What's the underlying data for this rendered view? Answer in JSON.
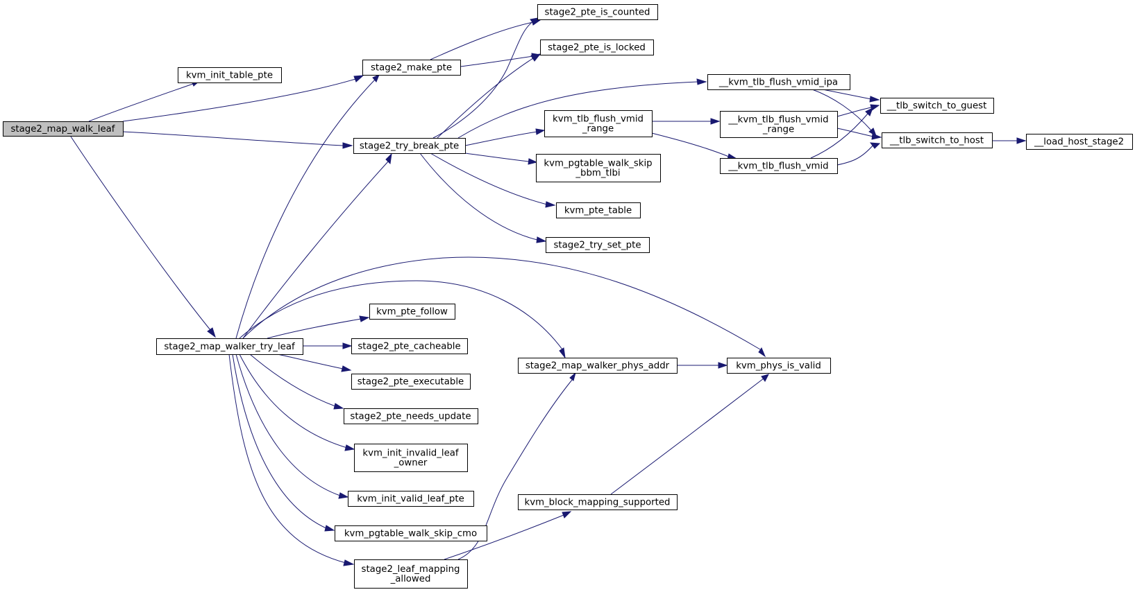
{
  "diagram": {
    "type": "call-graph",
    "colors": {
      "edge": "#191970",
      "root_fill": "#bfbfbf",
      "node_fill": "#ffffff",
      "node_border": "#000000"
    },
    "nodes": [
      {
        "id": "n0",
        "lines": [
          "stage2_map_walk_leaf"
        ],
        "root": true
      },
      {
        "id": "n1",
        "lines": [
          "kvm_init_table_pte"
        ]
      },
      {
        "id": "n2",
        "lines": [
          "stage2_make_pte"
        ]
      },
      {
        "id": "n3",
        "lines": [
          "stage2_pte_is_counted"
        ]
      },
      {
        "id": "n4",
        "lines": [
          "stage2_pte_is_locked"
        ]
      },
      {
        "id": "n5",
        "lines": [
          "stage2_try_break_pte"
        ]
      },
      {
        "id": "n6",
        "lines": [
          "__kvm_tlb_flush_vmid_ipa"
        ]
      },
      {
        "id": "n7",
        "lines": [
          "__tlb_switch_to_guest"
        ]
      },
      {
        "id": "n8",
        "lines": [
          "__tlb_switch_to_host"
        ]
      },
      {
        "id": "n9",
        "lines": [
          "__load_host_stage2"
        ]
      },
      {
        "id": "n10",
        "lines": [
          "kvm_tlb_flush_vmid",
          "_range"
        ]
      },
      {
        "id": "n11",
        "lines": [
          "__kvm_tlb_flush_vmid",
          "_range"
        ]
      },
      {
        "id": "n12",
        "lines": [
          "__kvm_tlb_flush_vmid"
        ]
      },
      {
        "id": "n13",
        "lines": [
          "kvm_pgtable_walk_skip",
          "_bbm_tlbi"
        ]
      },
      {
        "id": "n14",
        "lines": [
          "kvm_pte_table"
        ]
      },
      {
        "id": "n15",
        "lines": [
          "stage2_try_set_pte"
        ]
      },
      {
        "id": "n16",
        "lines": [
          "stage2_map_walker_try_leaf"
        ]
      },
      {
        "id": "n17",
        "lines": [
          "kvm_pte_follow"
        ]
      },
      {
        "id": "n18",
        "lines": [
          "stage2_pte_cacheable"
        ]
      },
      {
        "id": "n19",
        "lines": [
          "stage2_pte_executable"
        ]
      },
      {
        "id": "n20",
        "lines": [
          "stage2_pte_needs_update"
        ]
      },
      {
        "id": "n21",
        "lines": [
          "kvm_init_invalid_leaf",
          "_owner"
        ]
      },
      {
        "id": "n22",
        "lines": [
          "kvm_init_valid_leaf_pte"
        ]
      },
      {
        "id": "n23",
        "lines": [
          "kvm_pgtable_walk_skip_cmo"
        ]
      },
      {
        "id": "n24",
        "lines": [
          "stage2_leaf_mapping",
          "_allowed"
        ]
      },
      {
        "id": "n25",
        "lines": [
          "stage2_map_walker_phys_addr"
        ]
      },
      {
        "id": "n26",
        "lines": [
          "kvm_phys_is_valid"
        ]
      },
      {
        "id": "n27",
        "lines": [
          "kvm_block_mapping_supported"
        ]
      }
    ],
    "edges": [
      [
        "n0",
        "n1"
      ],
      [
        "n0",
        "n2"
      ],
      [
        "n0",
        "n5"
      ],
      [
        "n0",
        "n16"
      ],
      [
        "n2",
        "n3"
      ],
      [
        "n2",
        "n4"
      ],
      [
        "n5",
        "n3"
      ],
      [
        "n5",
        "n4"
      ],
      [
        "n5",
        "n6"
      ],
      [
        "n5",
        "n10"
      ],
      [
        "n5",
        "n13"
      ],
      [
        "n5",
        "n14"
      ],
      [
        "n5",
        "n15"
      ],
      [
        "n6",
        "n7"
      ],
      [
        "n6",
        "n8"
      ],
      [
        "n10",
        "n11"
      ],
      [
        "n10",
        "n12"
      ],
      [
        "n11",
        "n7"
      ],
      [
        "n11",
        "n8"
      ],
      [
        "n12",
        "n7"
      ],
      [
        "n12",
        "n8"
      ],
      [
        "n8",
        "n9"
      ],
      [
        "n16",
        "n2"
      ],
      [
        "n16",
        "n5"
      ],
      [
        "n16",
        "n17"
      ],
      [
        "n16",
        "n18"
      ],
      [
        "n16",
        "n19"
      ],
      [
        "n16",
        "n20"
      ],
      [
        "n16",
        "n21"
      ],
      [
        "n16",
        "n22"
      ],
      [
        "n16",
        "n23"
      ],
      [
        "n16",
        "n24"
      ],
      [
        "n16",
        "n25"
      ],
      [
        "n16",
        "n26"
      ],
      [
        "n24",
        "n25"
      ],
      [
        "n24",
        "n27"
      ],
      [
        "n25",
        "n26"
      ],
      [
        "n27",
        "n26"
      ]
    ]
  }
}
